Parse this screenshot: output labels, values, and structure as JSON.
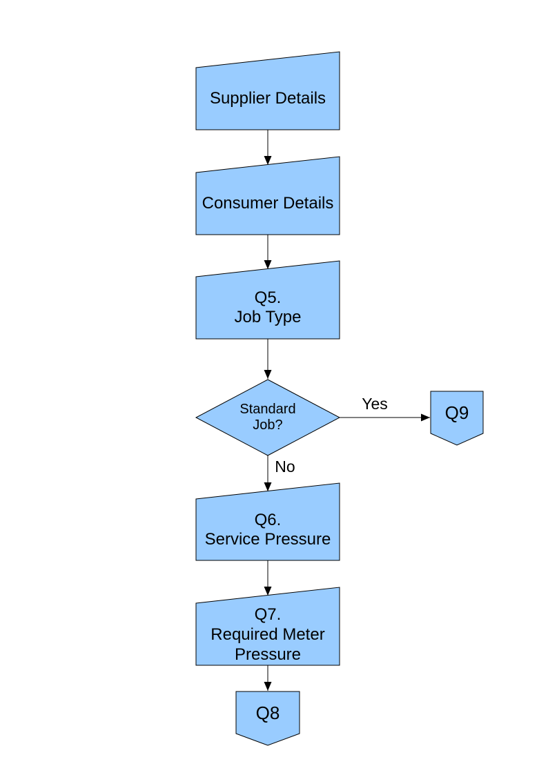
{
  "diagram": {
    "node_fill": "#99CCFF",
    "node_stroke": "#000000",
    "arrow_color": "#000000",
    "nodes": {
      "supplier_details": {
        "label": "Supplier Details"
      },
      "consumer_details": {
        "label": "Consumer Details"
      },
      "q5_job_type": {
        "label": "Q5.\nJob Type"
      },
      "standard_job_decision": {
        "label": "Standard\nJob?"
      },
      "q9_connector": {
        "label": "Q9"
      },
      "q6_service_pressure": {
        "label": "Q6.\nService Pressure"
      },
      "q7_required_meter_pressure": {
        "label": "Q7.\nRequired Meter\nPressure"
      },
      "q8_connector": {
        "label": "Q8"
      }
    },
    "edge_labels": {
      "yes": "Yes",
      "no": "No"
    }
  }
}
